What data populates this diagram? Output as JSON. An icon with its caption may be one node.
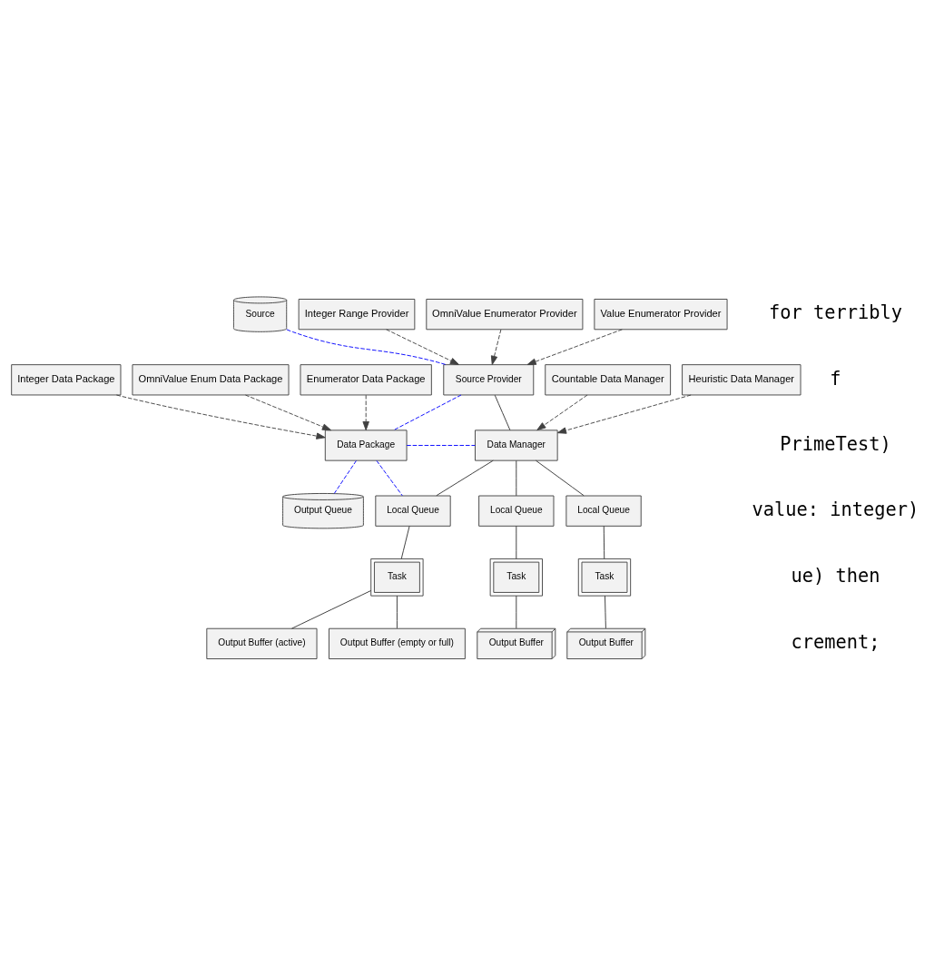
{
  "diagram": {
    "nodes": [
      {
        "text": [
          "Source"
        ]
      },
      {
        "text": [
          "Source Provider"
        ]
      },
      {
        "text": [
          "Integer Range Provider"
        ]
      },
      {
        "text": [
          "OmniValue Enumerator Provider"
        ]
      },
      {
        "text": [
          "Value Enumerator Provider"
        ]
      },
      {
        "text": [
          "Integer Data Package"
        ]
      },
      {
        "text": [
          "OmniValue Enum Data Package"
        ]
      },
      {
        "text": [
          "Enumerator Data Package"
        ]
      },
      {
        "text": [
          "Data Package"
        ]
      },
      {
        "text": [
          "Data Manager"
        ]
      },
      {
        "text": [
          "Countable Data Manager"
        ]
      },
      {
        "text": [
          "Heuristic Data Manager"
        ]
      },
      {
        "text": [
          "Local Queue"
        ]
      },
      {
        "text": [
          "Local Queue"
        ]
      },
      {
        "text": [
          "Local Queue"
        ]
      },
      {
        "text": [
          "Task"
        ]
      },
      {
        "text": [
          "Task"
        ]
      },
      {
        "text": [
          "Task"
        ]
      },
      {
        "text": [
          "Output Buffer (active)"
        ]
      },
      {
        "text": [
          "Output Buffer (empty or full)"
        ]
      },
      {
        "text": [
          "Output Buffer"
        ]
      },
      {
        "text": [
          "Output Buffer"
        ]
      },
      {
        "text": [
          "Output Queue"
        ]
      }
    ],
    "edges": [
      {
        "from": 0,
        "to": 1,
        "arrow": "none",
        "style": "dashed",
        "color": "#0000ff"
      },
      {
        "from": 2,
        "to": 1,
        "arrow": "to",
        "style": "dashed",
        "color": "#404040"
      },
      {
        "from": 3,
        "to": 1,
        "arrow": "to",
        "style": "dashed",
        "color": "#404040"
      },
      {
        "from": 4,
        "to": 1,
        "arrow": "to",
        "style": "dashed",
        "color": "#404040"
      },
      {
        "from": 1,
        "to": 8,
        "arrow": "none",
        "style": "dashed",
        "color": "#0000ff"
      },
      {
        "from": 1,
        "to": 9,
        "arrow": "none"
      },
      {
        "from": 5,
        "to": 8,
        "arrow": "to",
        "style": "dashed",
        "color": "#404040"
      },
      {
        "from": 6,
        "to": 8,
        "arrow": "to",
        "style": "dashed",
        "color": "#404040"
      },
      {
        "from": 7,
        "to": 8,
        "arrow": "to",
        "style": "dashed",
        "color": "#404040"
      },
      {
        "from": 8,
        "to": 9,
        "arrow": "none",
        "style": "dashed",
        "color": "#0000ff"
      },
      {
        "from": 8,
        "to": 22,
        "arrow": "none",
        "style": "dashed",
        "color": "#0000ff"
      },
      {
        "from": 10,
        "to": 9,
        "arrow": "to",
        "style": "dashed",
        "color": "#404040"
      },
      {
        "from": 11,
        "to": 9,
        "arrow": "to",
        "style": "dashed",
        "color": "#404040"
      },
      {
        "from": 8,
        "to": 12,
        "arrow": "none",
        "style": "dashed",
        "color": "#0000ff"
      },
      {
        "from": 9,
        "to": 12,
        "arrow": "none"
      },
      {
        "from": 9,
        "to": 13,
        "arrow": "none"
      },
      {
        "from": 9,
        "to": 14,
        "arrow": "none"
      },
      {
        "from": 12,
        "to": 15,
        "arrow": "none"
      },
      {
        "from": 13,
        "to": 16,
        "arrow": "none"
      },
      {
        "from": 14,
        "to": 17,
        "arrow": "none"
      },
      {
        "from": 15,
        "to": 18,
        "arrow": "none"
      },
      {
        "from": 15,
        "to": 19,
        "arrow": "none"
      },
      {
        "from": 16,
        "to": 20,
        "arrow": "none"
      },
      {
        "from": 17,
        "to": 21,
        "arrow": "none"
      }
    ],
    "labels": [
      "for terribly",
      "f",
      "PrimeTest)",
      "value: integer)",
      "ue) then",
      "crement;"
    ]
  }
}
